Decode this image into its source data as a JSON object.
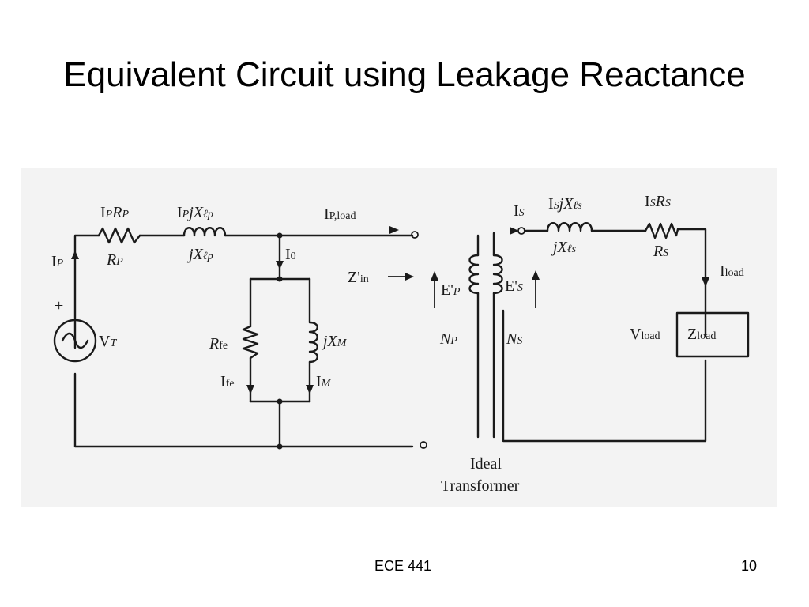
{
  "slide": {
    "title": "Equivalent Circuit using Leakage Reactance",
    "footer_course": "ECE 441",
    "page_number": "10"
  },
  "diagram": {
    "background_color": "#f3f3f3",
    "line_color": "#1a1a1a",
    "labels": {
      "ip_rp_current": "I",
      "ip_rp_current_sub": "P",
      "ip_rp_current_res": "R",
      "ip_rp_current_res_sub": "P",
      "rp": "R",
      "rp_sub": "P",
      "ip_jxlp_current": "I",
      "ip_jxlp_current_sub": "P",
      "ip_jxlp_current_x": "jX",
      "ip_jxlp_current_x_sub": "ℓp",
      "jxlp": "jX",
      "jxlp_sub": "ℓp",
      "ip_load": "I",
      "ip_load_sub": "P,load",
      "i0": "I",
      "i0_sub": "0",
      "ip_side": "I",
      "ip_side_sub": "P",
      "plus": "+",
      "vt": "V",
      "vt_sub": "T",
      "rfe": "R",
      "rfe_sub": "fe",
      "jxm": "jX",
      "jxm_sub": "M",
      "ife": "I",
      "ife_sub": "fe",
      "im": "I",
      "im_sub": "M",
      "zin": "Z'",
      "zin_sub": "in",
      "ep": "E'",
      "ep_sub": "P",
      "es": "E'",
      "es_sub": "S",
      "np": "N",
      "np_sub": "P",
      "ns": "N",
      "ns_sub": "S",
      "is": "I",
      "is_sub": "S",
      "is_jxls": "I",
      "is_jxls_sub": "S",
      "is_jxls_x": "jX",
      "is_jxls_x_sub": "ℓs",
      "jxls": "jX",
      "jxls_sub": "ℓs",
      "is_rs": "I",
      "is_rs_sub": "S",
      "is_rs_r": "R",
      "is_rs_r_sub": "S",
      "rs": "R",
      "rs_sub": "S",
      "iload": "I",
      "iload_sub": "load",
      "vload": "V",
      "vload_sub": "load",
      "zload": "Z",
      "zload_sub": "load",
      "ideal": "Ideal",
      "transformer": "Transformer"
    }
  }
}
